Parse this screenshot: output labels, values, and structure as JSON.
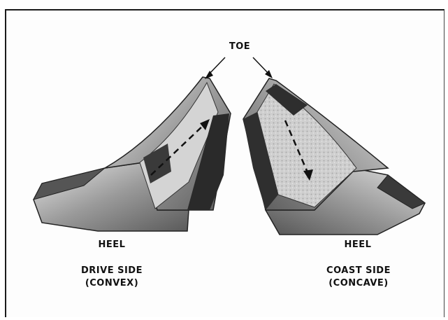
{
  "labels": {
    "toe": "TOE",
    "heel_left": "HEEL",
    "heel_right": "HEEL",
    "drive_side": "DRIVE SIDE",
    "drive_side_sub": "(CONVEX)",
    "coast_side": "COAST SIDE",
    "coast_side_sub": "(CONCAVE)"
  }
}
